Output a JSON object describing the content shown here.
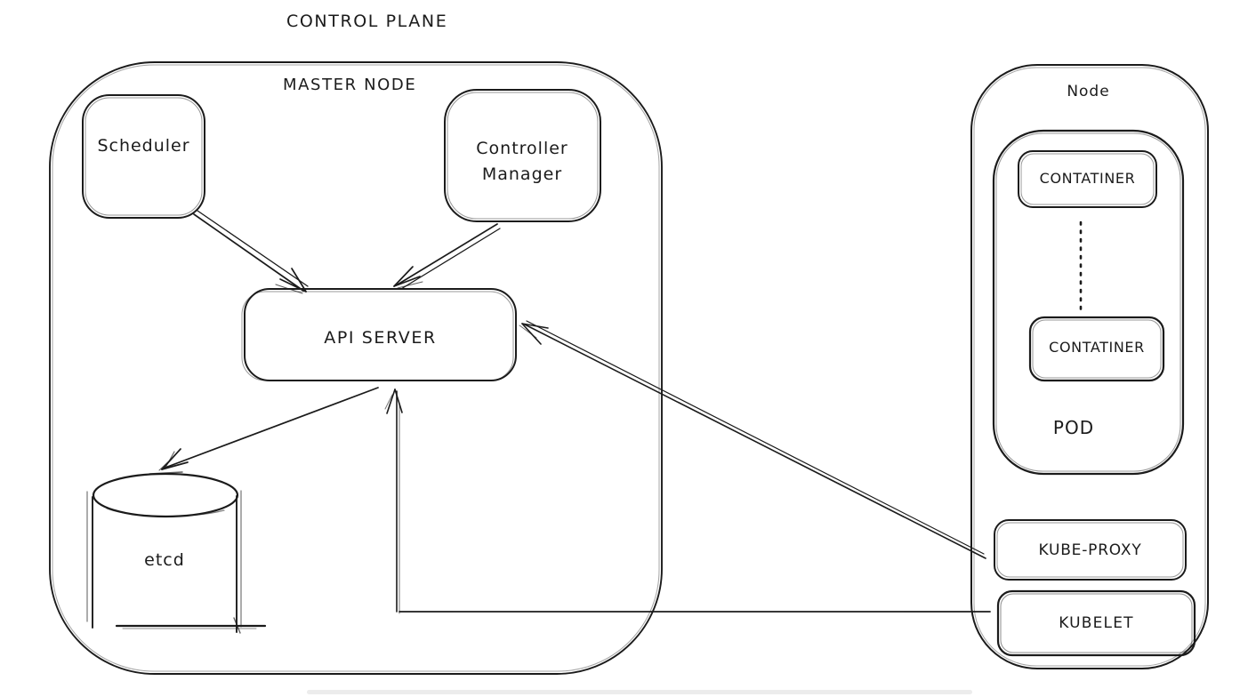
{
  "diagram": {
    "control_plane_label": "CONTROL PLANE",
    "master_node": {
      "label": "MASTER NODE",
      "scheduler_label": "Scheduler",
      "controller_manager_label": "Controller Manager",
      "api_server_label": "API SERVER",
      "etcd_label": "etcd"
    },
    "worker_node": {
      "label": "Node",
      "pod_label": "POD",
      "container_top_label": "CONTATINER",
      "container_bottom_label": "CONTATINER",
      "kube_proxy_label": "KUBE-PROXY",
      "kubelet_label": "KUBELET"
    },
    "connections": [
      "scheduler -> api-server",
      "controller-manager -> api-server",
      "api-server -> etcd",
      "kubelet -> api-server",
      "kube-proxy -> api-server"
    ],
    "colors": {
      "ink": "#1b1b1b",
      "canvas_background": "#ffffff",
      "scrollbar": "#ececec"
    }
  }
}
